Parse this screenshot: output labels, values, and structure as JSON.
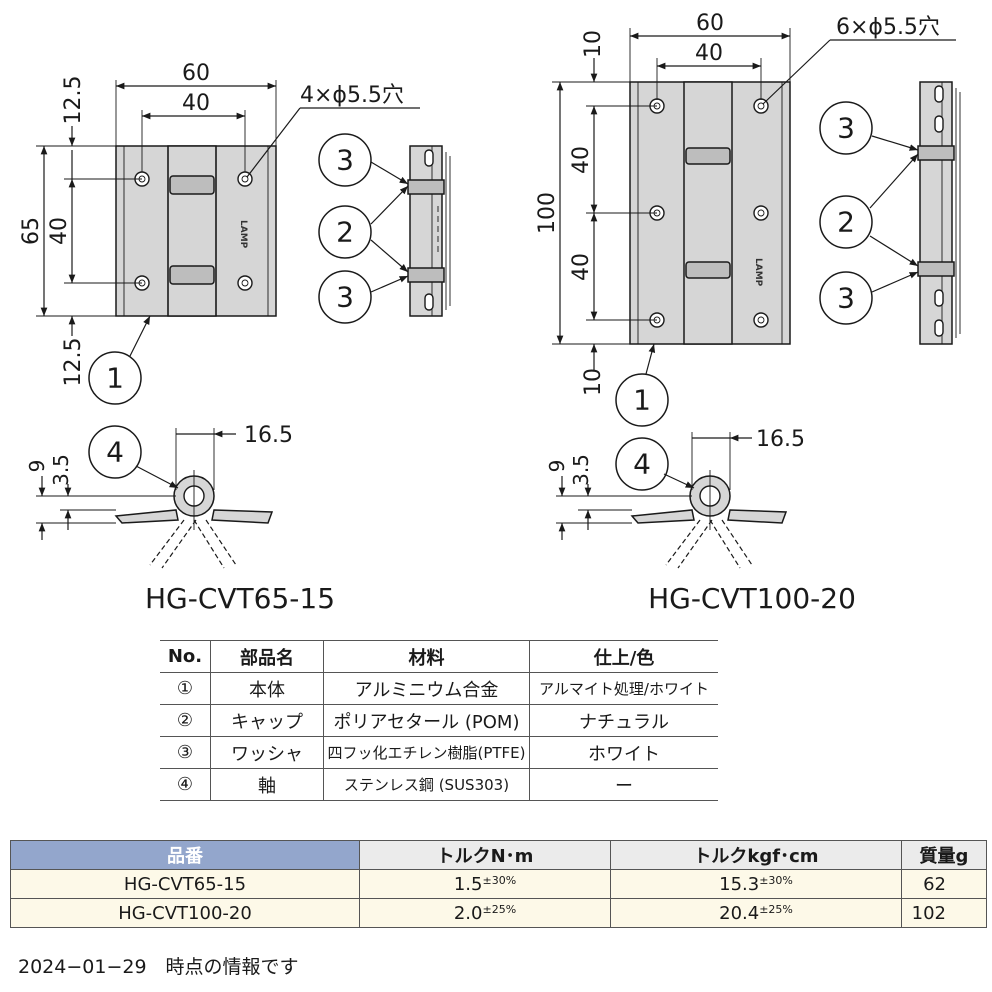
{
  "drawing_left": {
    "model": "HG-CVT65-15",
    "dims": {
      "width": "60",
      "hole_pitch_h": "40",
      "top_margin": "12.5",
      "height": "65",
      "hole_pitch_v": "40",
      "bottom_margin": "12.5",
      "holes": "4×ϕ5.5穴",
      "offset": "16.5",
      "thickness": "9",
      "axis": "3.5"
    },
    "callouts": [
      "3",
      "2",
      "3",
      "1",
      "4"
    ]
  },
  "drawing_right": {
    "model": "HG-CVT100-20",
    "dims": {
      "width": "60",
      "hole_pitch_h": "40",
      "top_margin": "10",
      "height": "100",
      "pitch_v1": "40",
      "pitch_v2": "40",
      "bottom_margin": "10",
      "holes": "6×ϕ5.5穴",
      "offset": "16.5",
      "thickness": "9",
      "axis": "3.5"
    },
    "callouts": [
      "3",
      "2",
      "3",
      "1",
      "4"
    ]
  },
  "parts_table": {
    "headers": [
      "No.",
      "部品名",
      "材料",
      "仕上/色"
    ],
    "rows": [
      {
        "no": "①",
        "name": "本体",
        "material": "アルミニウム合金",
        "finish": "アルマイト処理/ホワイト"
      },
      {
        "no": "②",
        "name": "キャップ",
        "material": "ポリアセタール (POM)",
        "finish": "ナチュラル"
      },
      {
        "no": "③",
        "name": "ワッシャ",
        "material": "四フッ化エチレン樹脂(PTFE)",
        "finish": "ホワイト"
      },
      {
        "no": "④",
        "name": "軸",
        "material": "ステンレス鋼 (SUS303)",
        "finish": "ー"
      }
    ]
  },
  "spec_table": {
    "headers": [
      "品番",
      "トルクN･m",
      "トルクkgf･cm",
      "質量g"
    ],
    "rows": [
      {
        "model": "HG-CVT65-15",
        "torque_nm": "1.5",
        "tol_nm": "±30%",
        "torque_kgf": "15.3",
        "tol_kgf": "±30%",
        "mass": "62"
      },
      {
        "model": "HG-CVT100-20",
        "torque_nm": "2.0",
        "tol_nm": "±25%",
        "torque_kgf": "20.4",
        "tol_kgf": "±25%",
        "mass": "102"
      }
    ]
  },
  "footnote": "2024−01−29　時点の情報です"
}
